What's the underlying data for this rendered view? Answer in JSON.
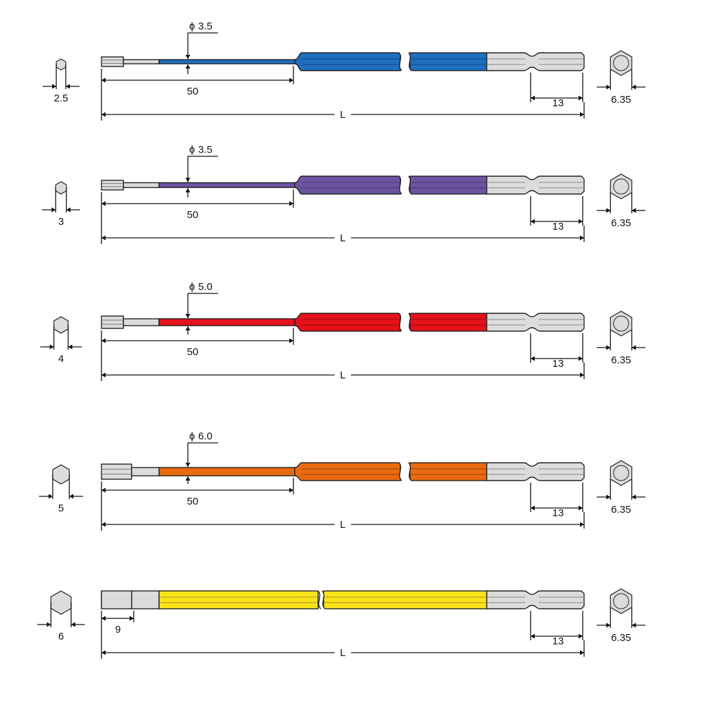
{
  "bits": [
    {
      "hex_size": "2.5",
      "tip_diameter": "3.5",
      "tip_length": "50",
      "shank_hex": "6.35",
      "shank_length": "13",
      "total_length": "L",
      "color_name": "blue",
      "color": "#1f6fbf",
      "tapered": true
    },
    {
      "hex_size": "3",
      "tip_diameter": "3.5",
      "tip_length": "50",
      "shank_hex": "6.35",
      "shank_length": "13",
      "total_length": "L",
      "color_name": "purple",
      "color": "#6b54a2",
      "tapered": true
    },
    {
      "hex_size": "4",
      "tip_diameter": "5.0",
      "tip_length": "50",
      "shank_hex": "6.35",
      "shank_length": "13",
      "total_length": "L",
      "color_name": "red",
      "color": "#e6111b",
      "tapered": true
    },
    {
      "hex_size": "5",
      "tip_diameter": "6.0",
      "tip_length": "50",
      "shank_hex": "6.35",
      "shank_length": "13",
      "total_length": "L",
      "color_name": "orange",
      "color": "#ea6a10",
      "tapered": true
    },
    {
      "hex_size": "6",
      "tip_diameter": "",
      "tip_length": "9",
      "shank_hex": "6.35",
      "shank_length": "13",
      "total_length": "L",
      "color_name": "yellow",
      "color": "#fbe31c",
      "tapered": false
    }
  ],
  "diameter_symbol": "ϕ",
  "metal_color": "#dcdcdc",
  "line_color": "#111111"
}
